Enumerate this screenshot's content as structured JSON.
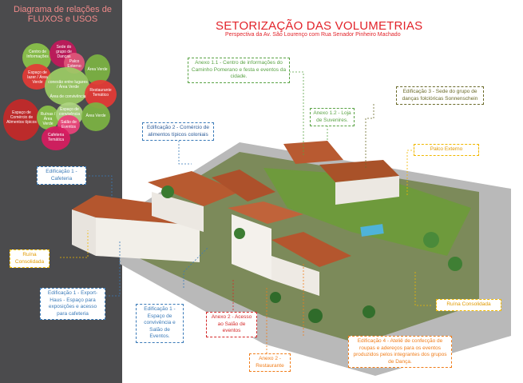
{
  "sidebar": {
    "title": "Diagrama de relações de FLUXOS e USOS",
    "bubbles": [
      "Centro de Informações",
      "Sede do grupo de Danças",
      "Palco Externo",
      "Espaço de lazer / Área Verde",
      "Área Verde",
      "conexão entre lugares / Área Verde",
      "Área de convivência",
      "Restaurante Temático",
      "Espaço de Comércio de Alimentos típicos",
      "Ruínas / Área Verde",
      "Espaço de convivência",
      "Salão de Eventos",
      "Cafeteria Temática",
      "Área Verde"
    ]
  },
  "header": {
    "title": "SETORIZAÇÃO DAS VOLUMETRIAS",
    "subtitle": "Perspectiva da Av. São Lourenço com Rua Senador Pinheiro Machado"
  },
  "callouts": {
    "anexo11": "Anexo 1.1 - Centro de informações do Caminho Pomerano e festa e eventos da cidade.",
    "anexo12": "Anexo 1.2 - Loja de Suvenires.",
    "edif3": "Edificação 3 - Sede do grupo de danças folclóricas Sonnenschein",
    "edif2": "Edificação 2 - Comércio de alimentos típicos coloniais",
    "palco": "Palco Externo",
    "edif1": "Edificação 1 - Cafeteria",
    "ruina1": "Ruína Consolidada",
    "edif1export": "Edificação 1 - Export-Haus - Espaço para exposições e acesso para cafeteria",
    "edif1conv": "Edificação 1 - Espaço de convivência e Salão de Eventos.",
    "anexo2acesso": "Anexo 2 - Acesso ao Salão de eventos",
    "ruina2": "Ruína Consolidada",
    "edif4": "Edificação 4 - Ateliê de confecção de roupas e adereços para os eventos produzidos pelos integrantes dos grupos de Dança.",
    "anexo2rest": "Anexo 2 - Restaurante"
  },
  "colors": {
    "sidebar_bg": "#4b4b4d",
    "title_red": "#e2232a",
    "green": "#5aa345",
    "blue": "#3a7ab8",
    "orange": "#f07d1a",
    "yellow": "#f0b800",
    "olive": "#6b6b2a",
    "red": "#d42a2a",
    "pink": "#c33a5a"
  }
}
